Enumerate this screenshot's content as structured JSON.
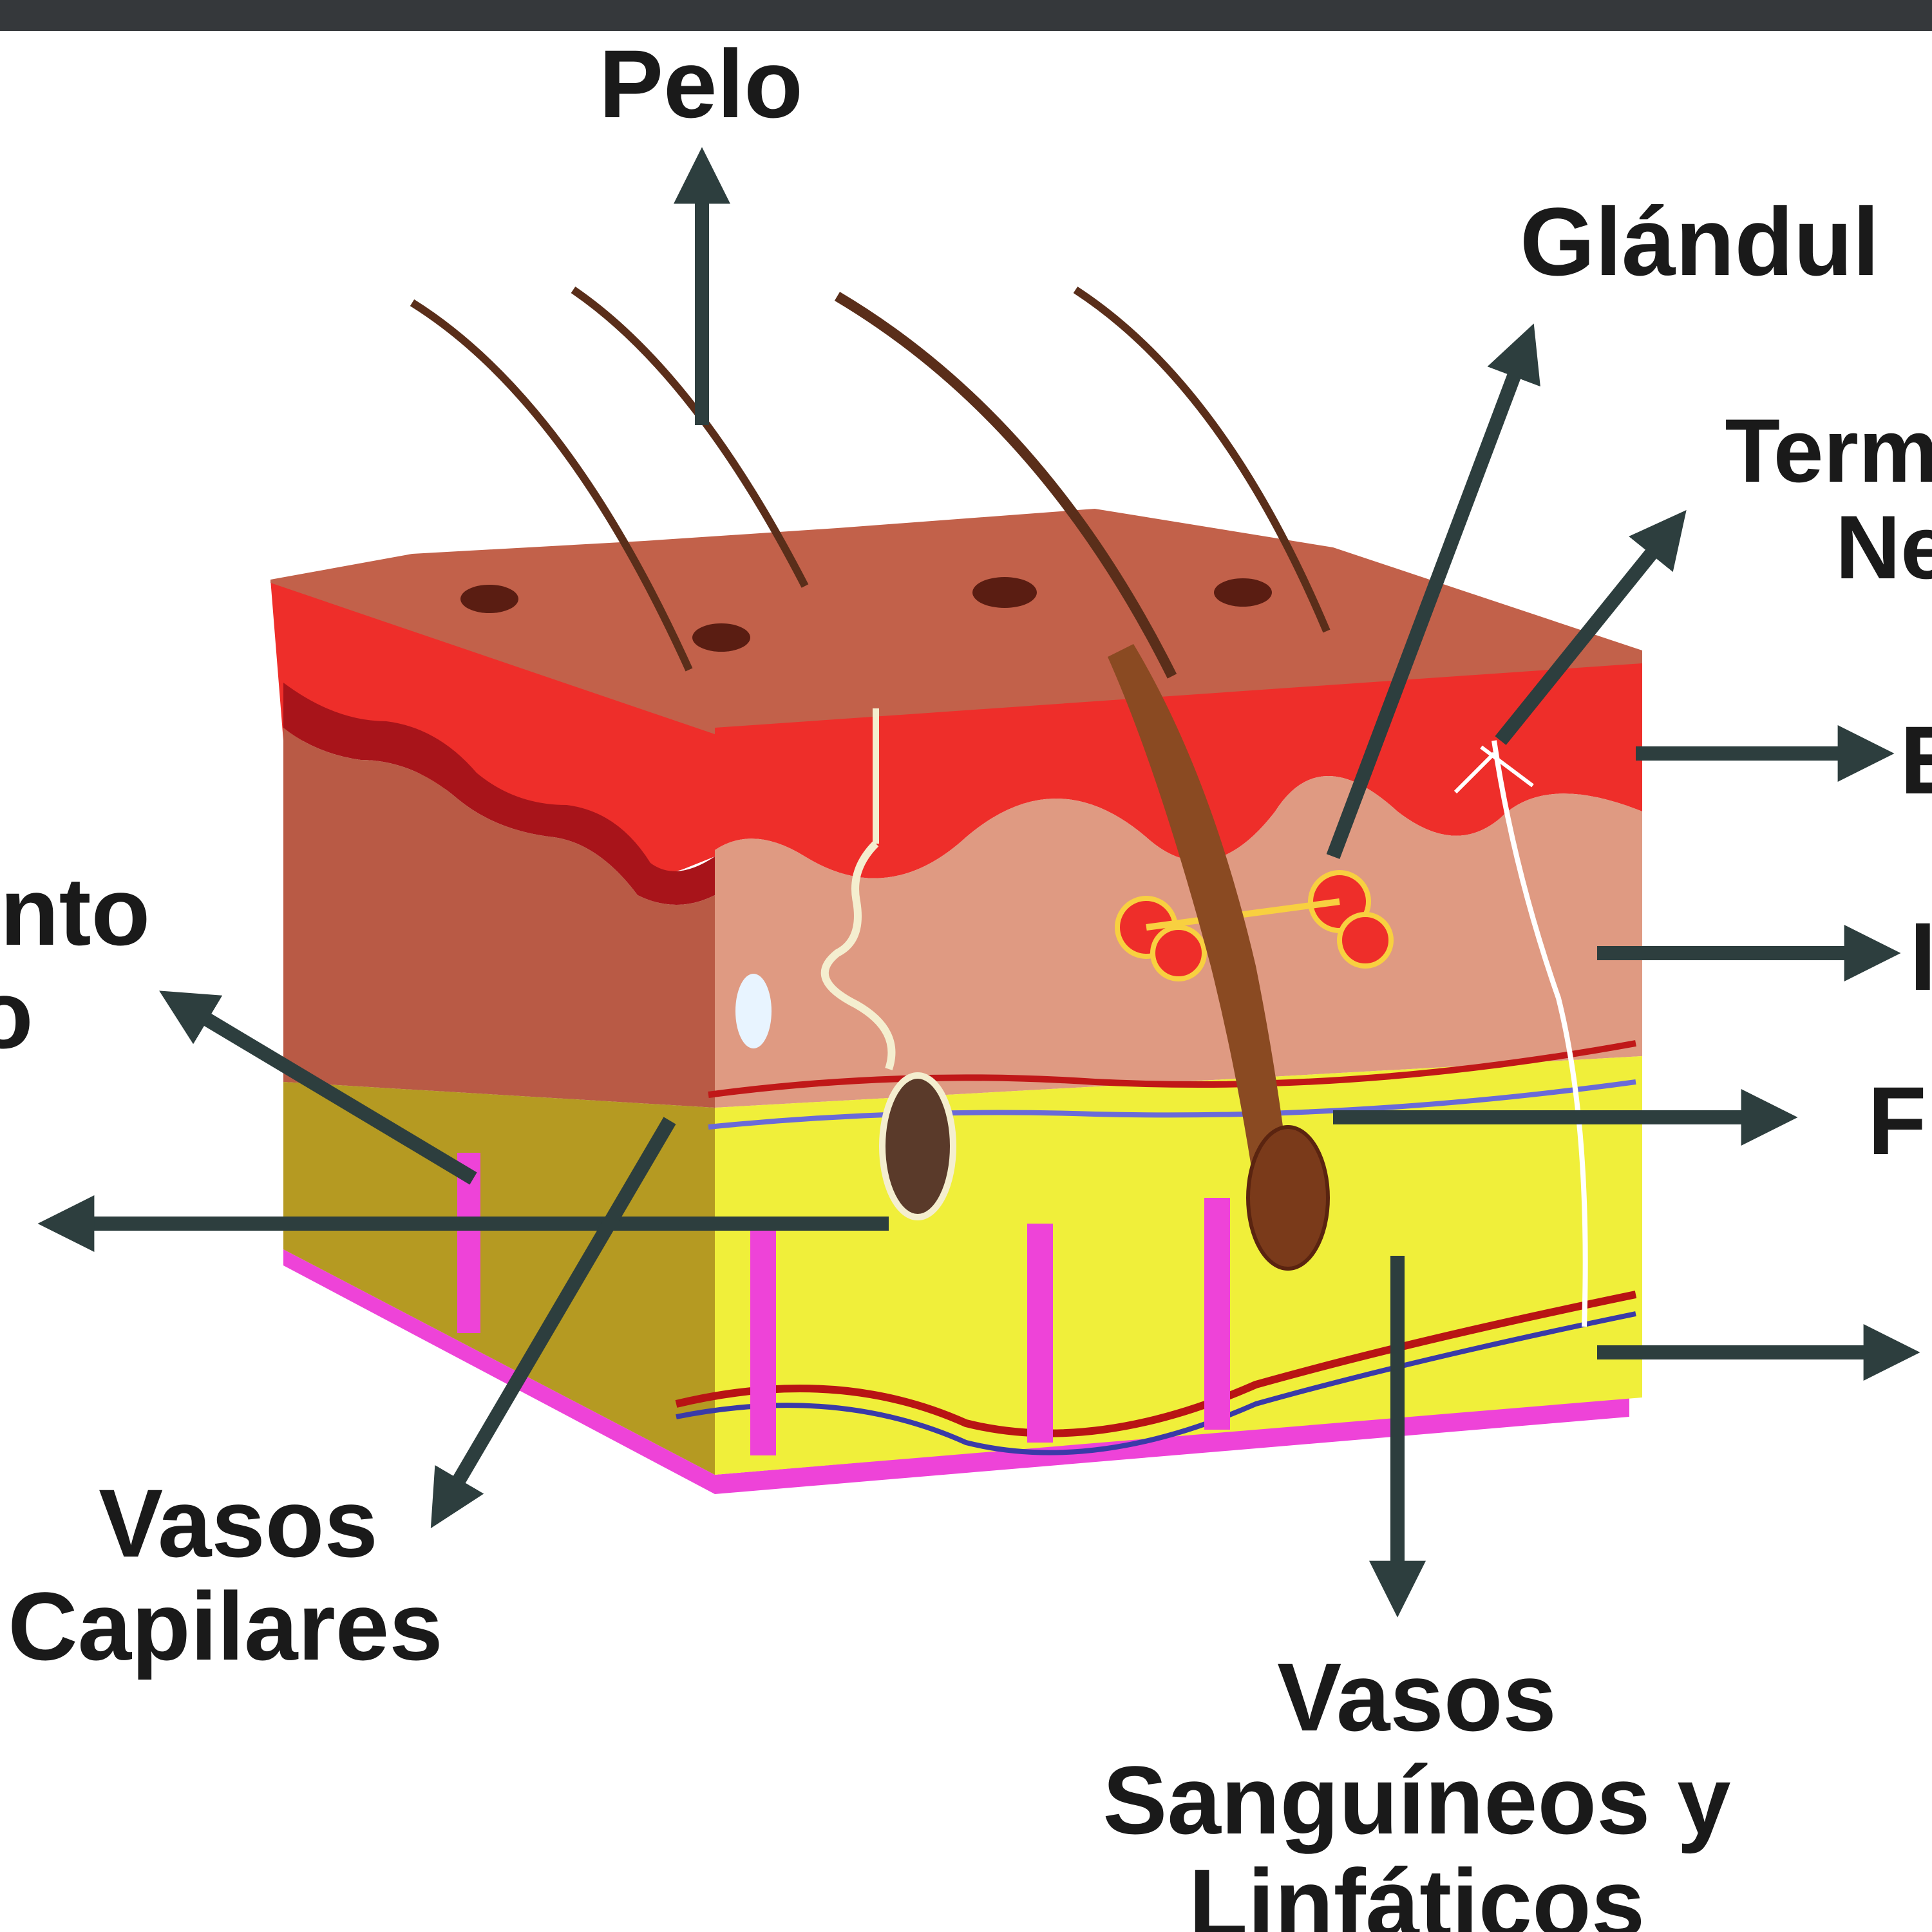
{
  "colors": {
    "top_bar": "#35383b",
    "arrow": "#2d3e3e",
    "epidermis": "#ee2e2a",
    "epidermis_dark": "#a8141a",
    "dermis": "#df9a82",
    "dermis_side": "#b95a45",
    "skin_top": "#c2614a",
    "fat": "#f0ef3a",
    "fat_side": "#b59a22",
    "base": "#ee43d8",
    "hair": "#7a3a1a"
  },
  "icons": {
    "arrow_head": "triangle-arrow-icon"
  },
  "labels": {
    "pelo": "Pelo",
    "glandula": "Glándul",
    "terminaciones": [
      "Term",
      "Ne"
    ],
    "right_1": "E",
    "right_2": "I",
    "folliculo": "F",
    "musculo": [
      "nto",
      "o"
    ],
    "vasos_capilares": [
      "Vasos",
      "Capilares"
    ],
    "vasos_sanguineos": [
      "Vasos",
      "Sanguíneos y",
      "Linfáticos"
    ]
  }
}
